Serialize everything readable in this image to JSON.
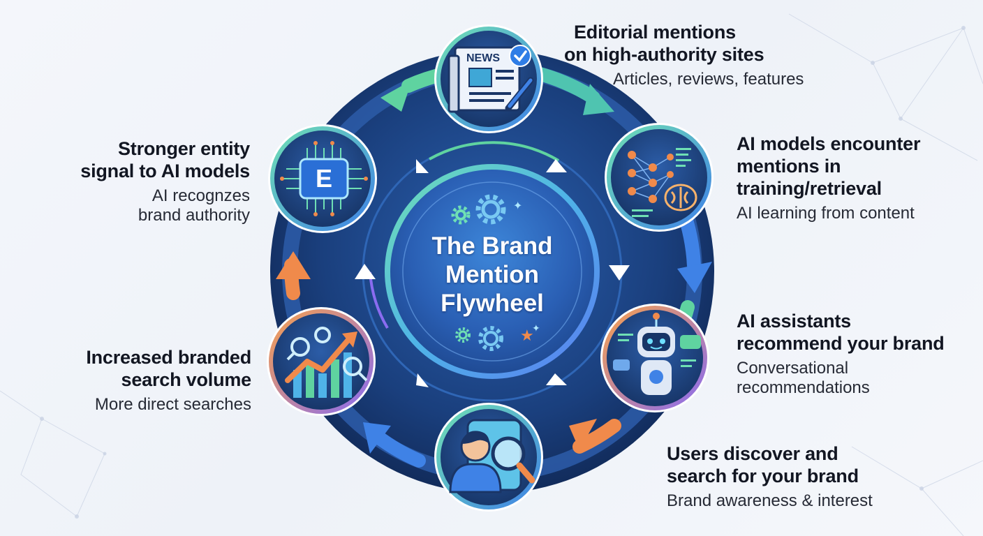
{
  "center": {
    "title_lines": [
      "The Brand",
      "Mention",
      "Flywheel"
    ]
  },
  "steps": [
    {
      "title_lines": [
        "Editorial mentions",
        "on high-authority sites"
      ],
      "desc_lines": [
        "Articles, reviews, features"
      ],
      "icon": "news-icon",
      "icon_text": "NEWS"
    },
    {
      "title_lines": [
        "AI models encounter",
        "mentions in",
        "training/retrieval"
      ],
      "desc_lines": [
        "AI learning from content"
      ],
      "icon": "neural-network-brain-icon"
    },
    {
      "title_lines": [
        "AI assistants",
        "recommend your brand"
      ],
      "desc_lines": [
        "Conversational",
        "recommendations"
      ],
      "icon": "robot-assistant-icon"
    },
    {
      "title_lines": [
        "Users discover and",
        "search for your brand"
      ],
      "desc_lines": [
        "Brand awareness & interest"
      ],
      "icon": "user-search-icon"
    },
    {
      "title_lines": [
        "Increased branded",
        "search volume"
      ],
      "desc_lines": [
        "More direct searches"
      ],
      "icon": "growth-chart-icon"
    },
    {
      "title_lines": [
        "Stronger entity",
        "signal to AI models"
      ],
      "desc_lines": [
        "AI recognzes",
        "brand authority"
      ],
      "icon": "entity-chip-icon",
      "icon_text": "E"
    }
  ],
  "colors": {
    "ring_dark": "#163a73",
    "ring_light": "#2e6fc0",
    "accent_green": "#5fd3a0",
    "accent_blue": "#3f82e6",
    "accent_orange": "#f08a4b",
    "accent_purple": "#8a6cf0",
    "text": "#121622"
  }
}
